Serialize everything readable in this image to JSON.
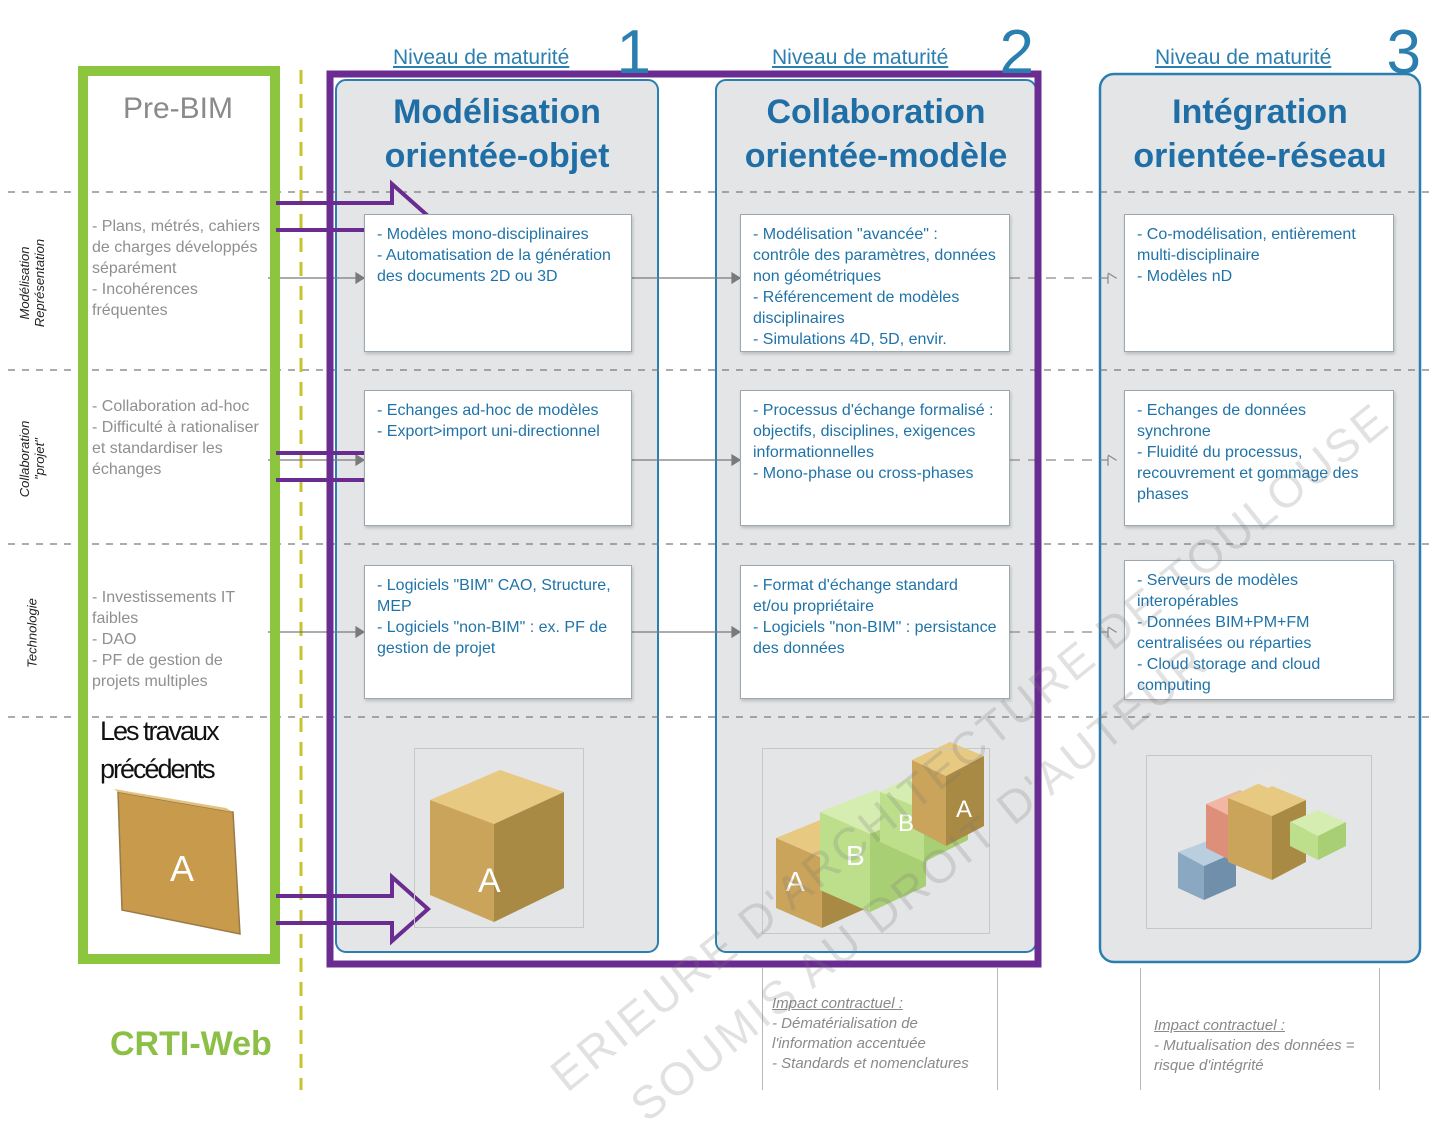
{
  "pre_bim": {
    "title": "Pre-BIM",
    "rows": [
      "- Plans, métrés, cahiers de charges développés séparément\n- Incohérences fréquentes",
      "- Collaboration ad-hoc\n- Difficulté à rationaliser et standardiser les échanges",
      "- Investissements IT faibles\n- DAO\n- PF de gestion de projets multiples"
    ],
    "travaux": "Les travaux\nprécédents",
    "block_letter": "A"
  },
  "row_labels": [
    "Modélisation\nReprésentation",
    "Collaboration\n\"projet\"",
    "Technologie"
  ],
  "levels": [
    {
      "maturity_label": "Niveau de maturité",
      "number": "1",
      "title_line1": "Modélisation",
      "title_line2": "orientée-objet",
      "cells": [
        "- Modèles mono-disciplinaires\n- Automatisation de la génération des documents 2D ou 3D",
        "- Echanges ad-hoc de modèles\n- Export>import uni-directionnel",
        "- Logiciels \"BIM\" CAO, Structure, MEP\n- Logiciels \"non-BIM\" : ex. PF de gestion de projet"
      ],
      "image_letter": "A"
    },
    {
      "maturity_label": "Niveau de maturité",
      "number": "2",
      "title_line1": "Collaboration",
      "title_line2": "orientée-modèle",
      "cells": [
        "- Modélisation \"avancée\" : contrôle des paramètres, données non géométriques\n- Référencement de modèles disciplinaires\n- Simulations 4D, 5D, envir.",
        "- Processus d'échange formalisé :  objectifs, disciplines, exigences informationnelles\n- Mono-phase ou cross-phases",
        "- Format d'échange standard et/ou propriétaire\n- Logiciels \"non-BIM\" : persistance des données"
      ],
      "image_letters": [
        "A",
        "B",
        "B",
        "A"
      ],
      "impact_heading": "Impact contractuel :",
      "impact_text": "- Dématérialisation de l'information accentuée\n- Standards et nomenclatures"
    },
    {
      "maturity_label": "Niveau de maturité",
      "number": "3",
      "title_line1": "Intégration",
      "title_line2": "orientée-réseau",
      "cells": [
        "- Co-modélisation, entièrement multi-disciplinaire\n- Modèles nD",
        "- Echanges de données synchrone\n- Fluidité du processus, recouvrement et gommage des phases",
        "- Serveurs de modèles interopérables\n- Données BIM+PM+FM centralisées ou réparties\n- Cloud storage and cloud computing"
      ],
      "impact_heading": "Impact contractuel :",
      "impact_text": "- Mutualisation des données = risque d'intégrité"
    }
  ],
  "crti": "CRTI-Web",
  "watermarks": [
    "ERIEURE D'ARCHITECTURE DE TOULOUSE",
    "SOUMIS AU DROIT D'AUTEUR"
  ],
  "colors": {
    "green": "#8cc63f",
    "purple": "#6a2c91",
    "blue": "#2b7fb0",
    "panel": "#e4e5e6"
  }
}
